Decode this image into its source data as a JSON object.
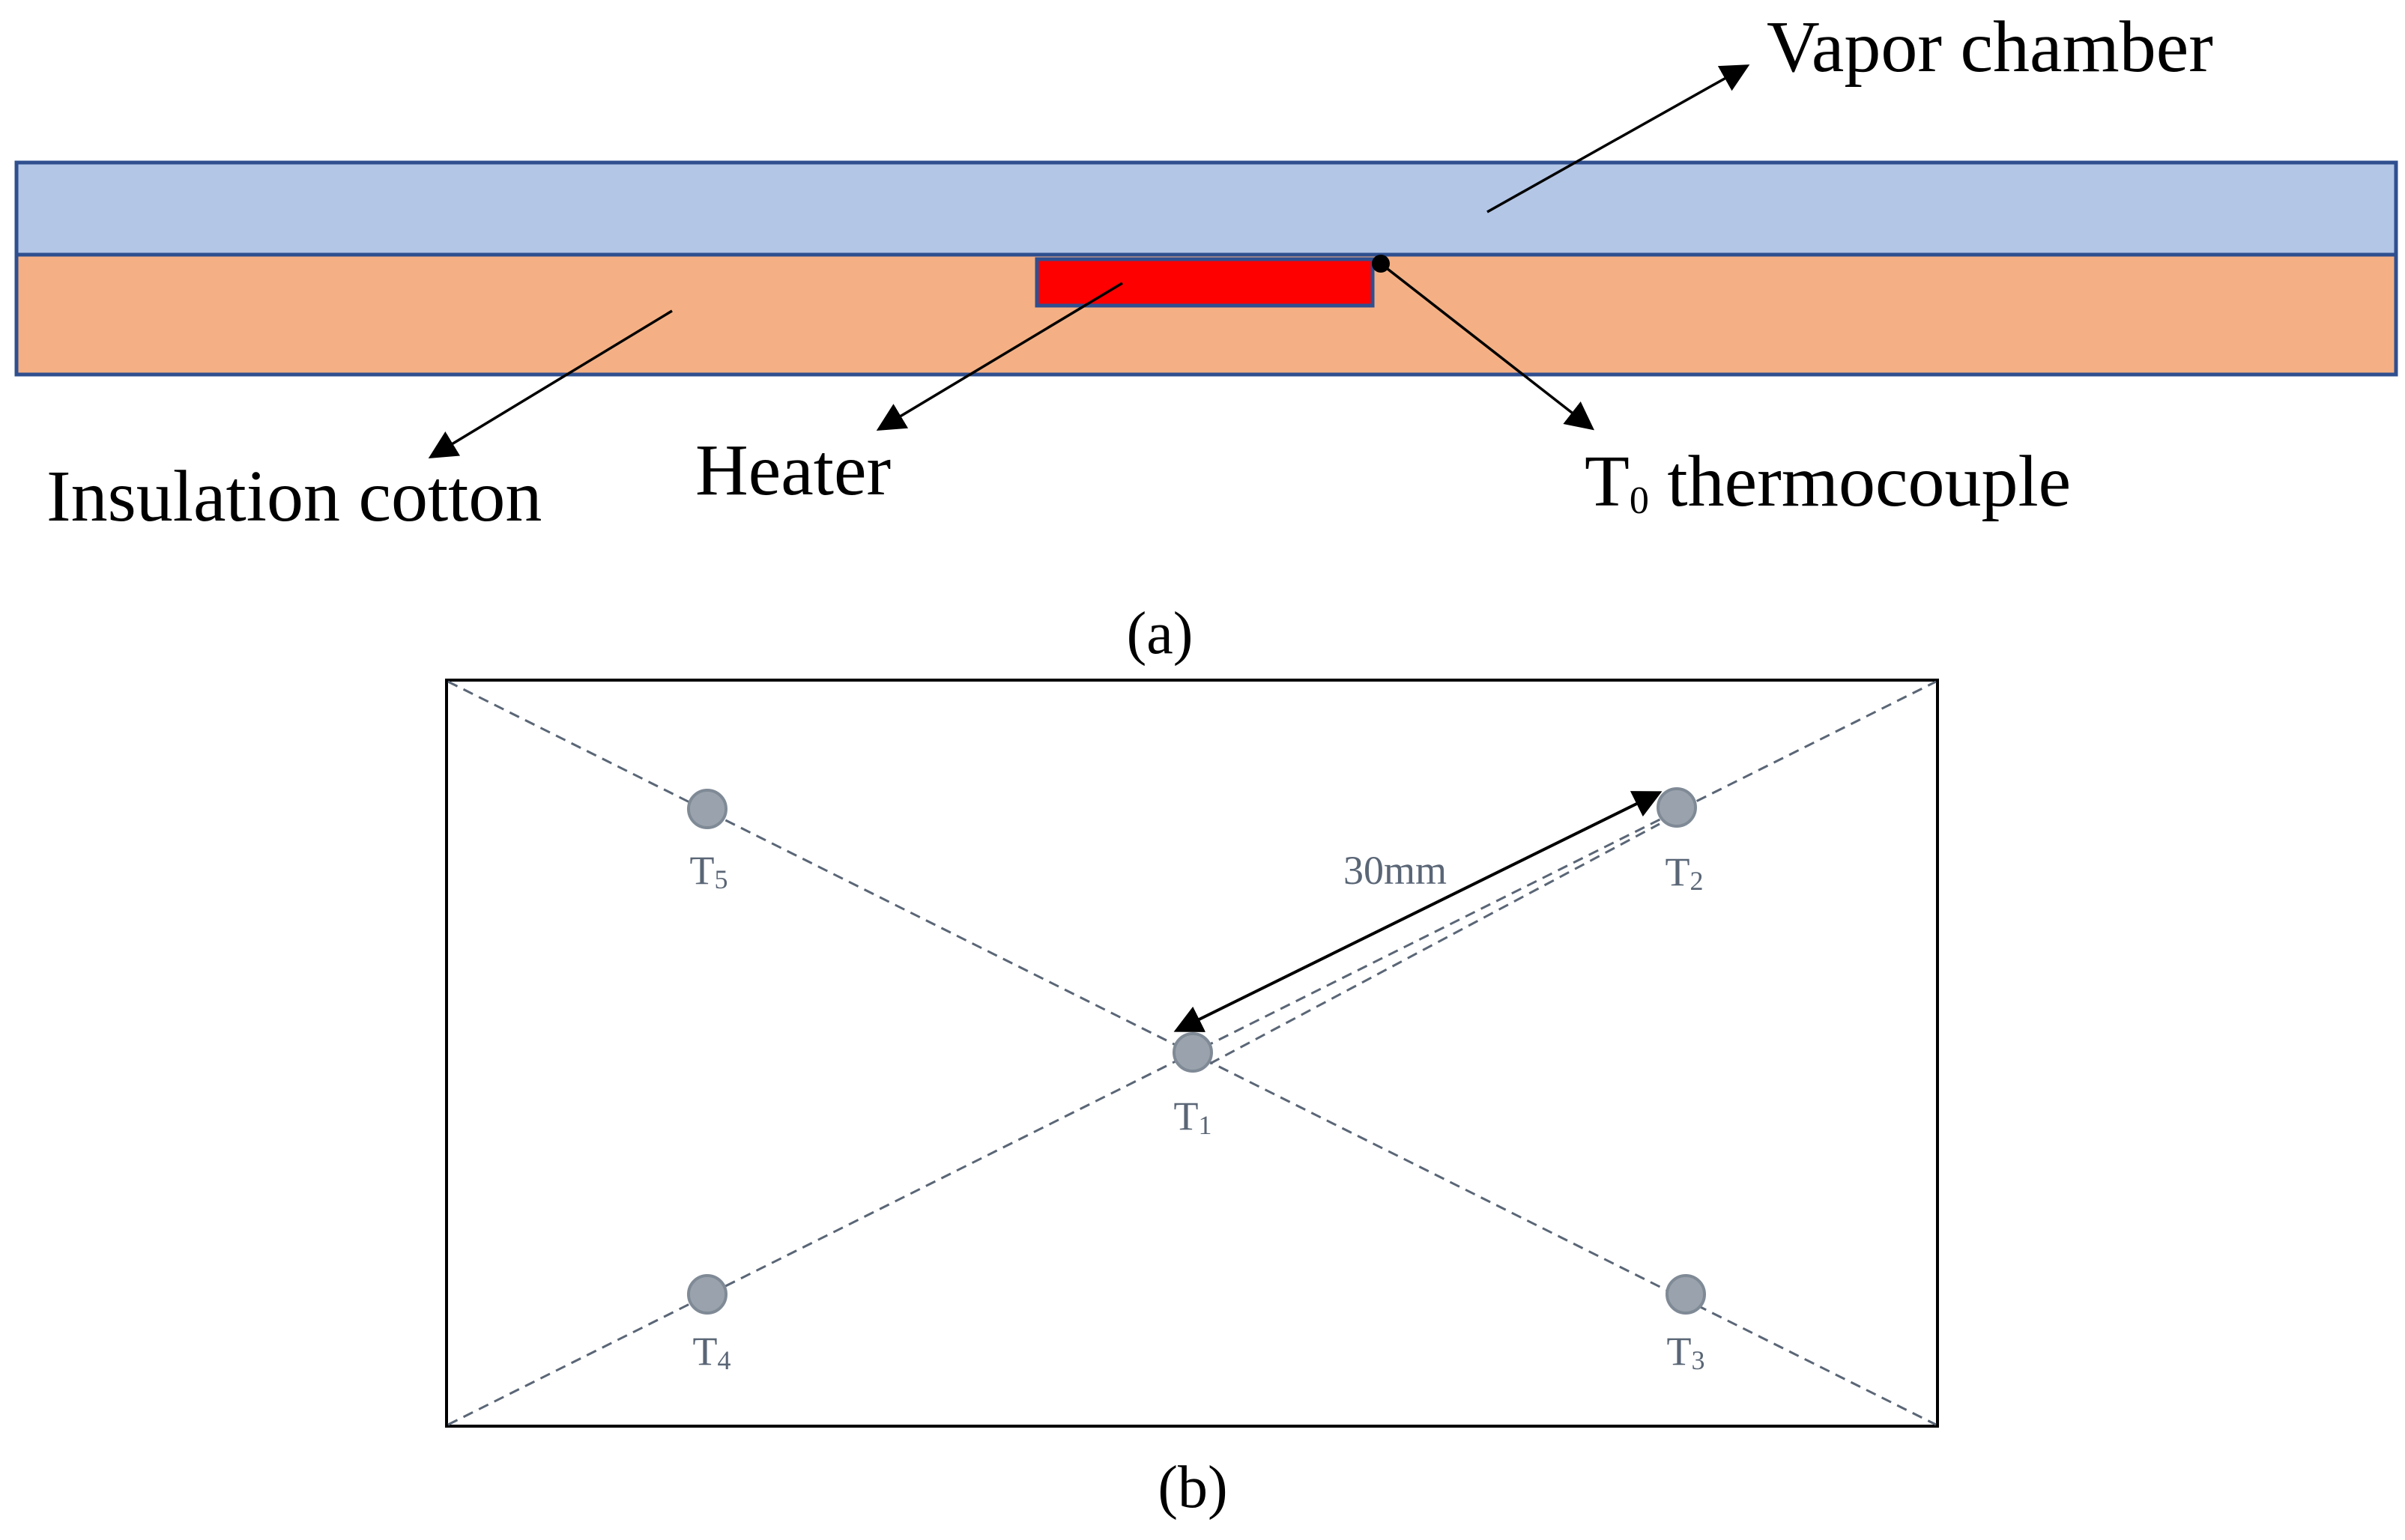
{
  "panel_a": {
    "caption": "(a)",
    "labels": {
      "vapor_chamber": "Vapor chamber",
      "insulation_cotton": "Insulation cotton",
      "heater": "Heater",
      "t0_prefix": "T",
      "t0_sub": "0",
      "t0_suffix": " thermocouple"
    },
    "colors": {
      "vapor_chamber": "#b3c6e6",
      "insulation_cotton": "#f4b084",
      "heater": "#ff0000",
      "outline": "#2f4f8f"
    }
  },
  "panel_b": {
    "caption": "(b)",
    "dimension_label": "30mm",
    "points": [
      {
        "id": "T1",
        "letter": "T",
        "sub": "1"
      },
      {
        "id": "T2",
        "letter": "T",
        "sub": "2"
      },
      {
        "id": "T3",
        "letter": "T",
        "sub": "3"
      },
      {
        "id": "T4",
        "letter": "T",
        "sub": "4"
      },
      {
        "id": "T5",
        "letter": "T",
        "sub": "5"
      }
    ],
    "colors": {
      "point_fill": "#9aa3ad",
      "point_stroke": "#7f8a96",
      "point_label": "#5a6676",
      "dashed_line": "#5a6676"
    }
  }
}
